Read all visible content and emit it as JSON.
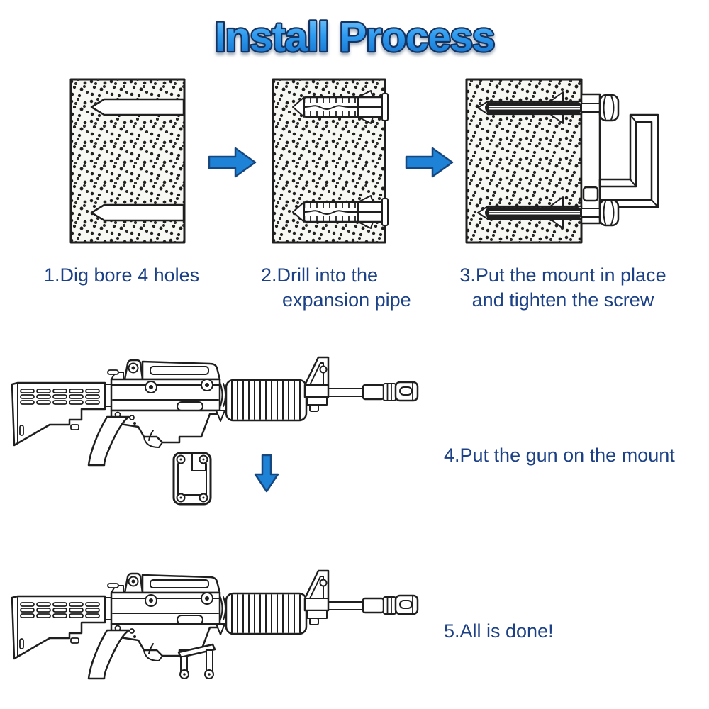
{
  "title": "Install Process",
  "steps": [
    {
      "caption_lines": [
        "1.Dig bore 4 holes"
      ]
    },
    {
      "caption_lines": [
        "2.Drill into the",
        "expansion pipe"
      ]
    },
    {
      "caption_lines": [
        "3.Put the mount in place",
        "and tighten the screw"
      ]
    },
    {
      "caption_lines": [
        "4.Put the gun on the mount"
      ]
    },
    {
      "caption_lines": [
        "5.All is done!"
      ]
    }
  ],
  "icons": {
    "step_flow": "arrow-right-icon",
    "gun_placement": "arrow-down-icon"
  },
  "illustrations": {
    "step1": "wall-with-drilled-holes",
    "step2": "wall-with-expansion-anchors",
    "step3": "wall-with-screws-and-mount-bracket",
    "step4": "rifle-above-mount-with-down-arrow",
    "step5": "rifle-resting-on-mount"
  },
  "colors": {
    "title_gradient_top": "#7cc9fa",
    "title_gradient_mid": "#2f9cf0",
    "title_gradient_bottom": "#0f6cc8",
    "title_outline": "#17335f",
    "caption_text": "#1c4186",
    "arrow_fill": "#1e82d6",
    "arrow_outline": "#17477f",
    "line_art": "#1f1f1f",
    "wall_fill": "#f7f7f3"
  }
}
